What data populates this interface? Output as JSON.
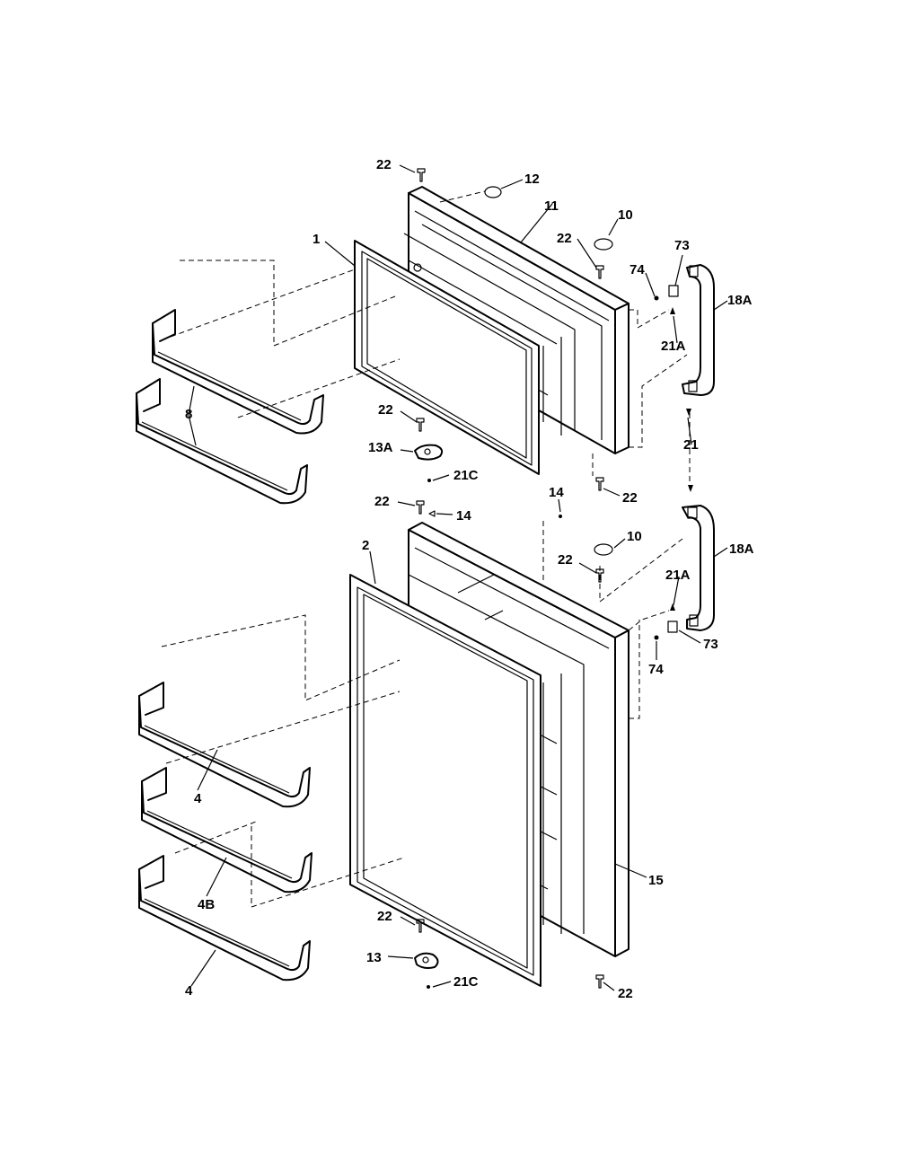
{
  "callouts": {
    "c1": "1",
    "c2": "2",
    "c4a": "4",
    "c4b": "4",
    "c4B": "4B",
    "c8": "8",
    "c10a": "10",
    "c10b": "10",
    "c11": "11",
    "c12": "12",
    "c13": "13",
    "c13A": "13A",
    "c14a": "14",
    "c14b": "14",
    "c15": "15",
    "c18Aa": "18A",
    "c18Ab": "18A",
    "c21": "21",
    "c21Aa": "21A",
    "c21Ab": "21A",
    "c21Ca": "21C",
    "c21Cb": "21C",
    "c22a": "22",
    "c22b": "22",
    "c22c": "22",
    "c22d": "22",
    "c22e": "22",
    "c22f": "22",
    "c22g": "22",
    "c22h": "22",
    "c73a": "73",
    "c73b": "73",
    "c74a": "74",
    "c74b": "74"
  }
}
